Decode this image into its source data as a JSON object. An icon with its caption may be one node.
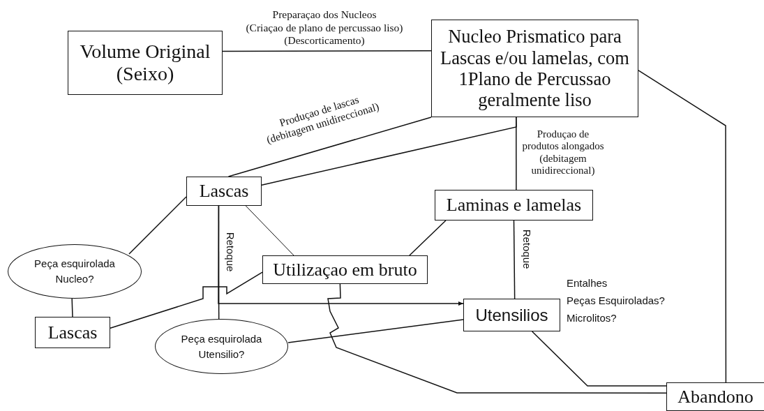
{
  "diagram": {
    "nodes": [
      {
        "text": [
          "Volume Original (Seixo)"
        ]
      },
      {
        "text": [
          "Nucleo Prismatico para Lascas e/ou lamelas, com 1Plano de Percussao geralmente liso"
        ]
      },
      {
        "text": [
          "Lascas"
        ]
      },
      {
        "text": [
          "Laminas e lamelas"
        ]
      },
      {
        "text": [
          "Utilizaçao em bruto"
        ]
      },
      {
        "text": [
          "Peça esquirolada Nucleo?"
        ]
      },
      {
        "text": [
          "Lascas"
        ]
      },
      {
        "text": [
          "Peça esquirolada Utensilio?"
        ]
      },
      {
        "text": [
          "Utensilios"
        ],
        "beside": [
          "Entalhes",
          "Peças Esquiroladas?",
          "Microlitos?"
        ]
      },
      {
        "text": [
          "Abandono"
        ]
      }
    ],
    "edges": [
      {
        "from": 0,
        "to": 1,
        "arrow": "none",
        "label": "Preparaçao dos Nucleos (Criaçao de plano de percussao liso) (Descorticamento)"
      },
      {
        "from": 1,
        "to": 2,
        "arrow": "none",
        "label": "Produçao de lascas (debitagem unidireccional)"
      },
      {
        "from": 1,
        "to": 2,
        "arrow": "none"
      },
      {
        "from": 1,
        "to": 3,
        "arrow": "none",
        "label": "Produçao de produtos alongados (debitagem unidireccional)"
      },
      {
        "from": 1,
        "to": 9,
        "arrow": "none"
      },
      {
        "from": 2,
        "to": 5,
        "arrow": "none"
      },
      {
        "from": 2,
        "to": 4,
        "arrow": "none"
      },
      {
        "from": 2,
        "to": 8,
        "arrow": "to",
        "label": "Retoque"
      },
      {
        "from": 2,
        "to": 7,
        "arrow": "none"
      },
      {
        "from": 3,
        "to": 4,
        "arrow": "none"
      },
      {
        "from": 3,
        "to": 8,
        "arrow": "none",
        "label": "Retoque"
      },
      {
        "from": 6,
        "to": 5,
        "arrow": "none"
      },
      {
        "from": 6,
        "to": 4,
        "arrow": "none"
      },
      {
        "from": 7,
        "to": 8,
        "arrow": "none"
      },
      {
        "from": 4,
        "to": 9,
        "arrow": "none"
      },
      {
        "from": 8,
        "to": 9,
        "arrow": "none"
      }
    ]
  }
}
